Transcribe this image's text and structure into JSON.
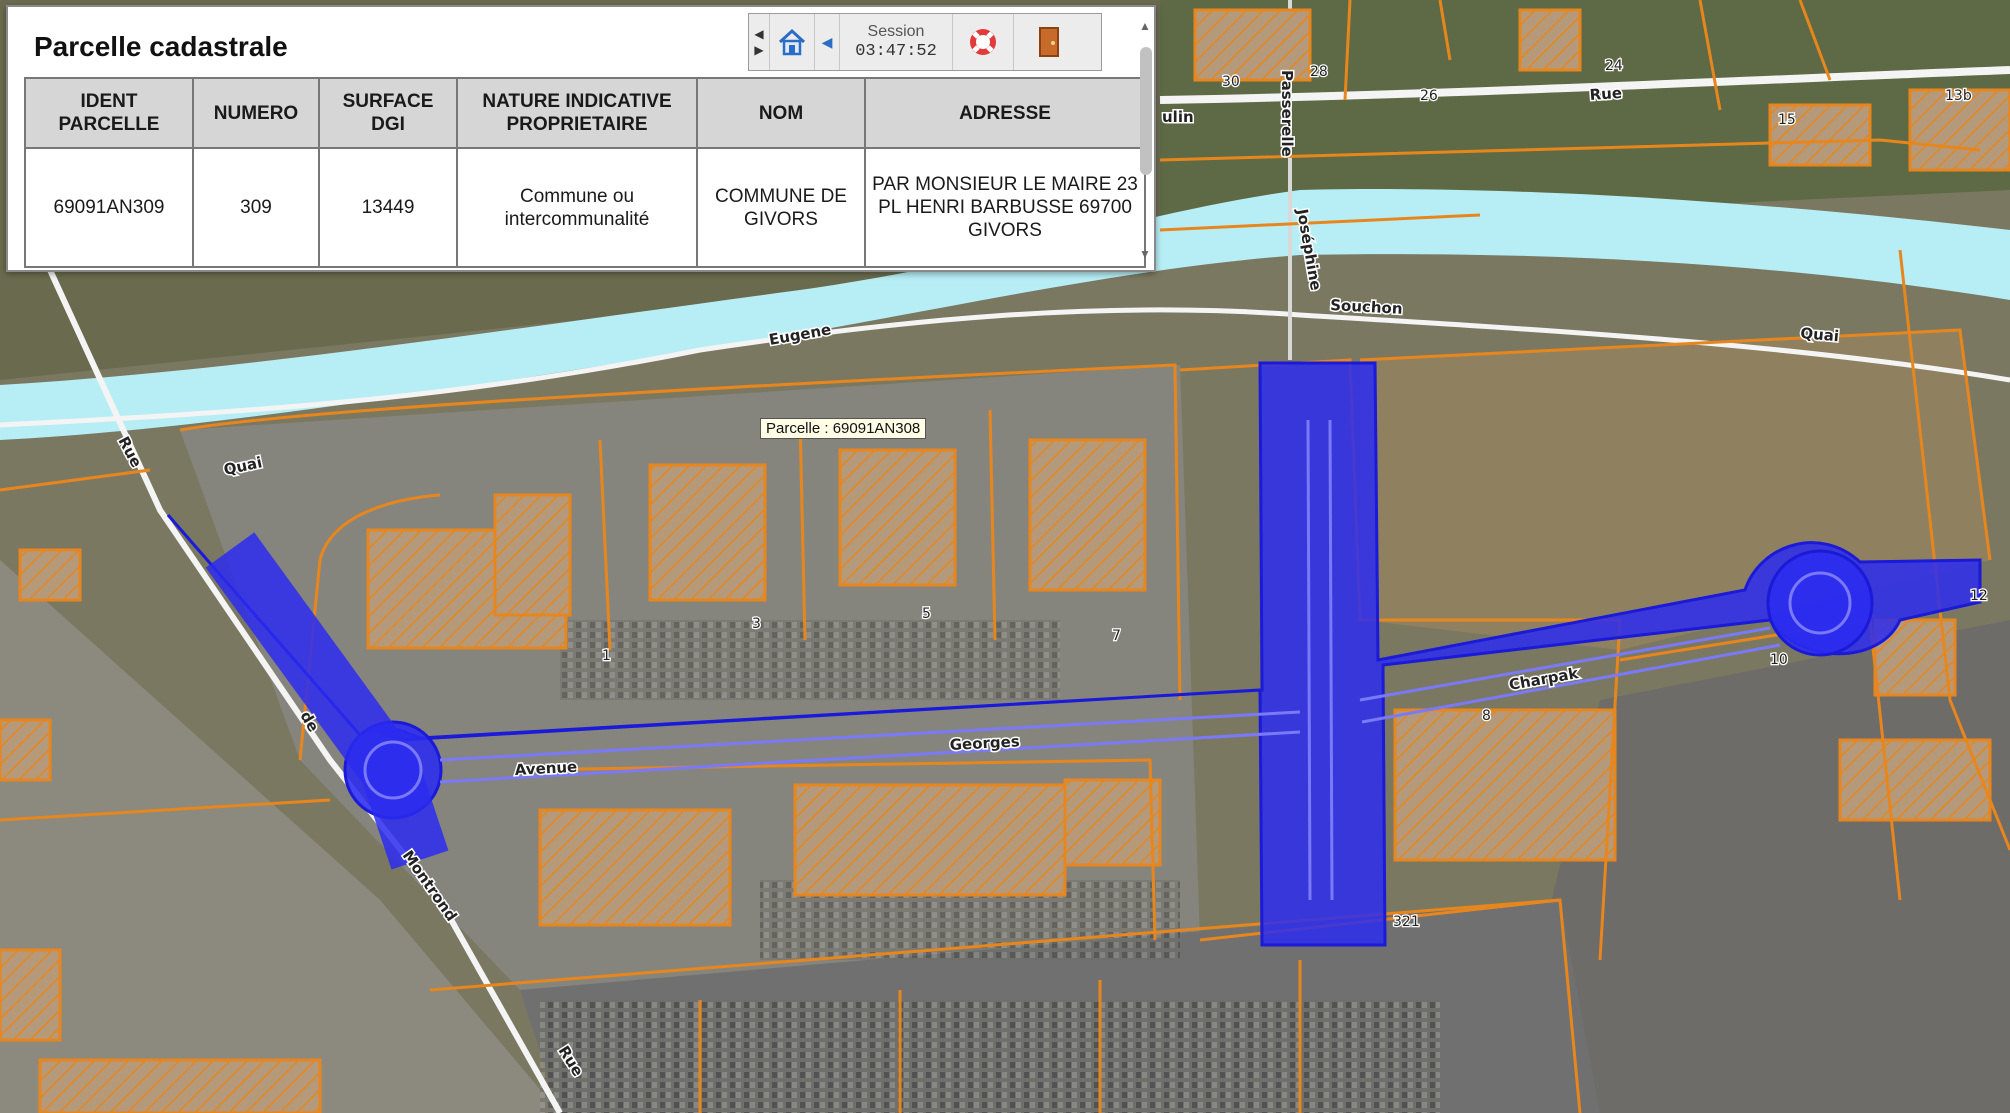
{
  "panel": {
    "title": "Parcelle cadastrale",
    "toolbar": {
      "session_label": "Session",
      "session_time": "03:47:52",
      "icons": [
        "arrows-icon",
        "home-icon",
        "back-arrow-icon",
        "help-lifebuoy-icon",
        "exit-door-icon"
      ]
    },
    "table": {
      "headers": [
        "IDENT PARCELLE",
        "NUMERO",
        "SURFACE DGI",
        "NATURE INDICATIVE PROPRIETAIRE",
        "NOM",
        "ADRESSE"
      ],
      "rows": [
        [
          "69091AN309",
          "309",
          "13449",
          "Commune ou intercommunalité",
          "COMMUNE DE GIVORS",
          "PAR MONSIEUR LE MAIRE 23 PL HENRI BARBUSSE 69700 GIVORS"
        ]
      ]
    }
  },
  "map": {
    "tooltip": "Parcelle : 69091AN308",
    "street_labels": [
      "Rue",
      "Quai",
      "Eugene",
      "Souchon",
      "Quai",
      "Passerelle",
      "Joséphine",
      "Avenue",
      "Georges",
      "Charpak",
      "de",
      "Montrond",
      "Rue",
      "Rue",
      "ulin"
    ],
    "parcel_numbers": [
      "30",
      "28",
      "26",
      "24",
      "13b",
      "15",
      "1",
      "3",
      "5",
      "7",
      "10",
      "12",
      "8",
      "321"
    ],
    "colors": {
      "parcel_outline": "#e8861e",
      "highlight_fill": "#2b2bf0",
      "river": "#b7eef5",
      "road": "#f6f6f6"
    }
  }
}
